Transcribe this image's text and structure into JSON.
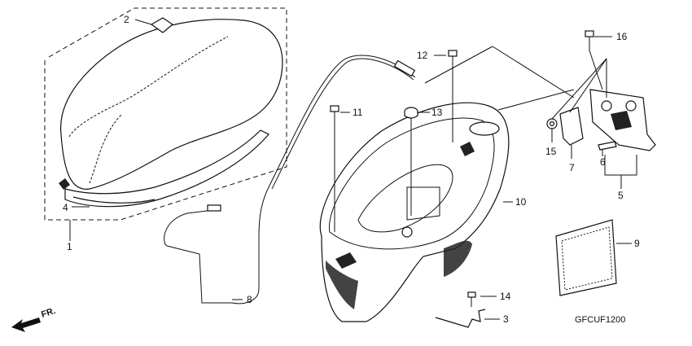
{
  "callouts": {
    "c1": "1",
    "c2": "2",
    "c3": "3",
    "c4": "4",
    "c5": "5",
    "c6": "6",
    "c7": "7",
    "c8": "8",
    "c9": "9",
    "c10": "10",
    "c11": "11",
    "c12": "12",
    "c13": "13",
    "c14": "14",
    "c15": "15",
    "c16": "16"
  },
  "diagram_code": "GFCUF1200",
  "direction_label": "FR."
}
